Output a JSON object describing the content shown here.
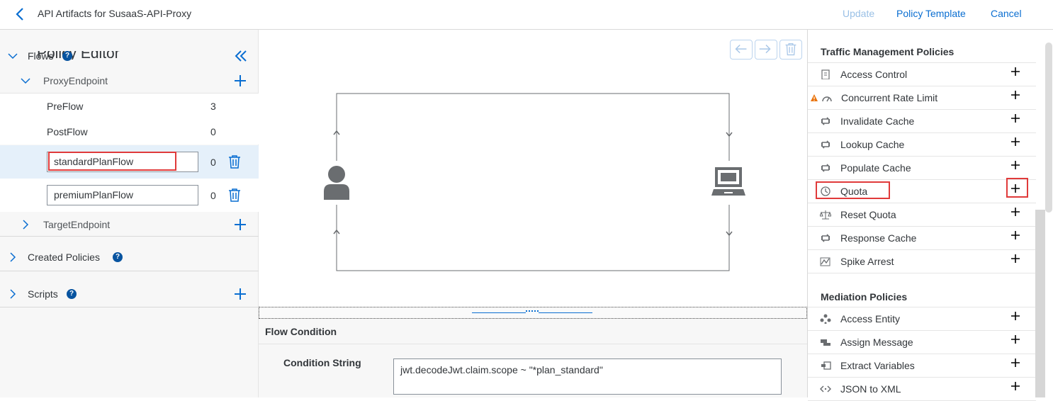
{
  "header": {
    "title": "API Artifacts for SusaaS-API-Proxy",
    "update_label": "Update",
    "policy_template_label": "Policy Template",
    "cancel_label": "Cancel",
    "page_title_partial": "Policy Editor"
  },
  "left": {
    "flows_label": "Flows",
    "proxy_endpoint_label": "ProxyEndpoint",
    "preflow": {
      "label": "PreFlow",
      "count": "3"
    },
    "postflow": {
      "label": "PostFlow",
      "count": "0"
    },
    "conditional_flows": [
      {
        "name": "standardPlanFlow",
        "count": "0"
      },
      {
        "name": "premiumPlanFlow",
        "count": "0"
      }
    ],
    "target_endpoint_label": "TargetEndpoint",
    "created_policies_label": "Created Policies",
    "scripts_label": "Scripts"
  },
  "flow_condition": {
    "title": "Flow Condition",
    "condition_label": "Condition String",
    "condition_value": "jwt.decodeJwt.claim.scope ~ \"*plan_standard\""
  },
  "policies": {
    "traffic_title": "Traffic Management Policies",
    "traffic": [
      {
        "name": "Access Control",
        "icon": "access-control-icon"
      },
      {
        "name": "Concurrent Rate Limit",
        "icon": "gauge-icon",
        "warning": true
      },
      {
        "name": "Invalidate Cache",
        "icon": "cache-icon"
      },
      {
        "name": "Lookup Cache",
        "icon": "cache-icon"
      },
      {
        "name": "Populate Cache",
        "icon": "cache-icon"
      },
      {
        "name": "Quota",
        "icon": "quota-icon",
        "highlighted": true
      },
      {
        "name": "Reset Quota",
        "icon": "scale-icon"
      },
      {
        "name": "Response Cache",
        "icon": "cache-icon"
      },
      {
        "name": "Spike Arrest",
        "icon": "spike-icon"
      }
    ],
    "mediation_title": "Mediation Policies",
    "mediation": [
      {
        "name": "Access Entity",
        "icon": "entity-icon"
      },
      {
        "name": "Assign Message",
        "icon": "assign-icon"
      },
      {
        "name": "Extract Variables",
        "icon": "extract-icon"
      },
      {
        "name": "JSON to XML",
        "icon": "json-xml-icon"
      }
    ]
  },
  "colors": {
    "accent": "#0a6ed1",
    "highlight": "#e03a3a",
    "selected_row": "#e5f0fa"
  }
}
